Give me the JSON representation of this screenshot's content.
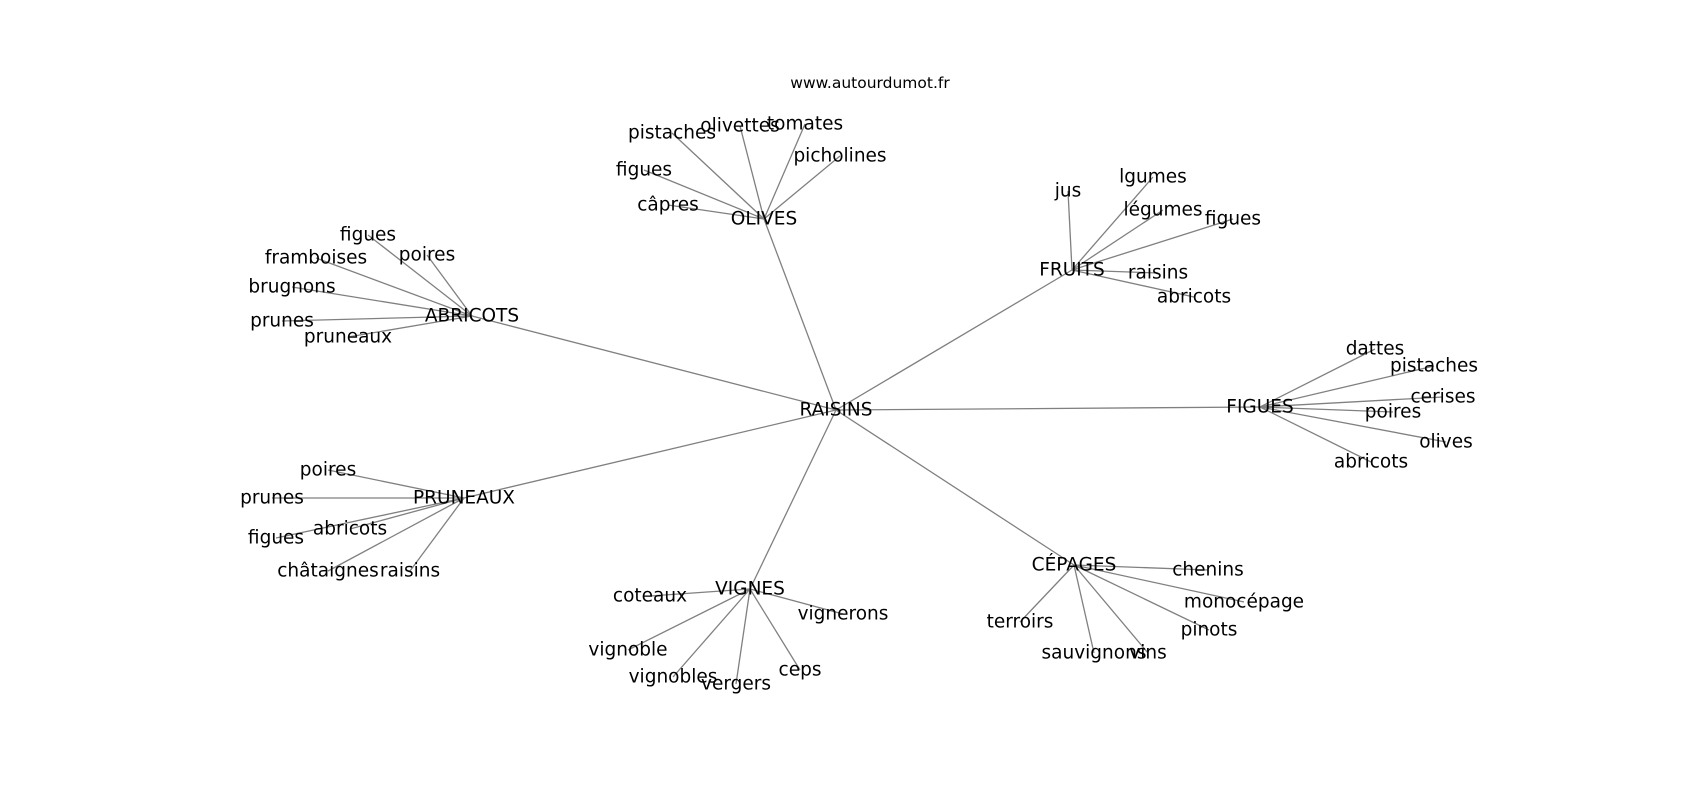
{
  "site": "www.autourdumot.fr",
  "graph": {
    "center": "RAISINS",
    "hubs": [
      {
        "label": "OLIVES",
        "leaves": [
          "pistaches",
          "olivettes",
          "tomates",
          "picholines",
          "figues",
          "câpres"
        ]
      },
      {
        "label": "FRUITS",
        "leaves": [
          "jus",
          "lgumes",
          "légumes",
          "figues",
          "raisins",
          "abricots"
        ]
      },
      {
        "label": "ABRICOTS",
        "leaves": [
          "figues",
          "framboises",
          "poires",
          "brugnons",
          "prunes",
          "pruneaux"
        ]
      },
      {
        "label": "FIGUES",
        "leaves": [
          "dattes",
          "pistaches",
          "cerises",
          "poires",
          "olives",
          "abricots"
        ]
      },
      {
        "label": "PRUNEAUX",
        "leaves": [
          "poires",
          "prunes",
          "abricots",
          "figues",
          "châtaignes",
          "raisins"
        ]
      },
      {
        "label": "VIGNES",
        "leaves": [
          "coteaux",
          "vignerons",
          "vignoble",
          "vignobles",
          "vergers",
          "ceps"
        ]
      },
      {
        "label": "CÉPAGES",
        "leaves": [
          "chenins",
          "monocépage",
          "terroirs",
          "pinots",
          "sauvignons",
          "vins"
        ]
      }
    ]
  }
}
